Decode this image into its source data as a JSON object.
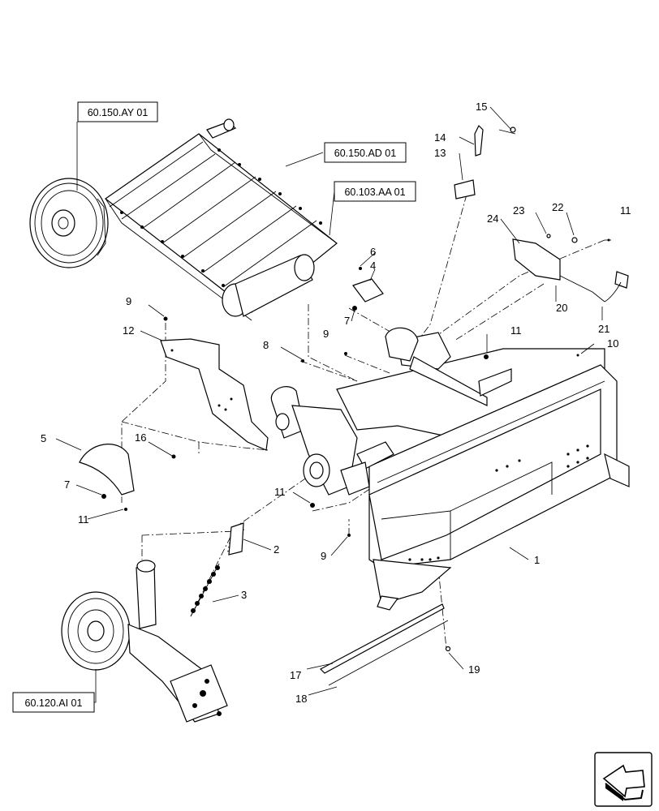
{
  "reference_boxes": [
    "60.150.AY 01",
    "60.150.AD 01",
    "60.103.AA 01",
    "60.120.AI 01"
  ],
  "callouts": [
    "1",
    "2",
    "3",
    "4",
    "5",
    "6",
    "7",
    "7",
    "8",
    "9",
    "9",
    "9",
    "10",
    "11",
    "11",
    "11",
    "11",
    "12",
    "13",
    "14",
    "15",
    "16",
    "17",
    "18",
    "19",
    "20",
    "21",
    "22",
    "23",
    "24"
  ],
  "nav_icon": "arrow-icon"
}
